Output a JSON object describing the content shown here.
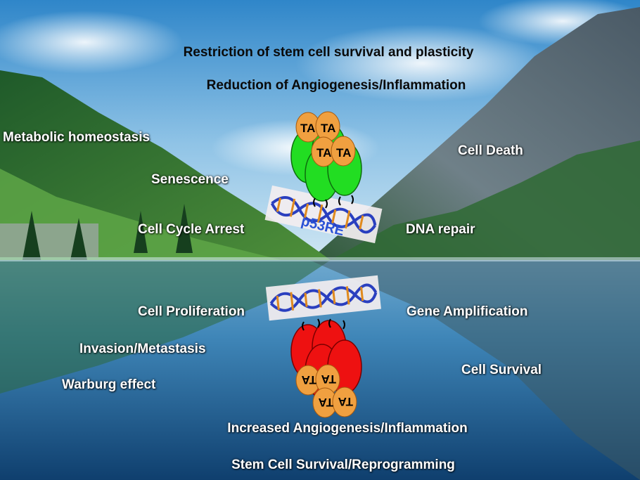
{
  "top_labels": {
    "line1": "Restriction of stem cell survival and plasticity",
    "line2": "Reduction of Angiogenesis/Inflammation"
  },
  "wild_type_effects": {
    "left": [
      "Metabolic homeostasis",
      "Senescence",
      "Cell Cycle Arrest"
    ],
    "right": [
      "Cell Death",
      "DNA repair"
    ]
  },
  "mutant_effects": {
    "left": [
      "Cell Proliferation",
      "Invasion/Metastasis",
      "Warburg effect"
    ],
    "right": [
      "Gene Amplification",
      "Cell Survival"
    ]
  },
  "bottom_labels": {
    "line1": "Increased Angiogenesis/Inflammation",
    "line2": "Stem Cell Survival/Reprogramming"
  },
  "diagram": {
    "domain_label": "TA",
    "response_element_label": "p53RE",
    "wild_type_color": "#22dd22",
    "mutant_color": "#ee1111",
    "domain_color": "#f0a040"
  }
}
